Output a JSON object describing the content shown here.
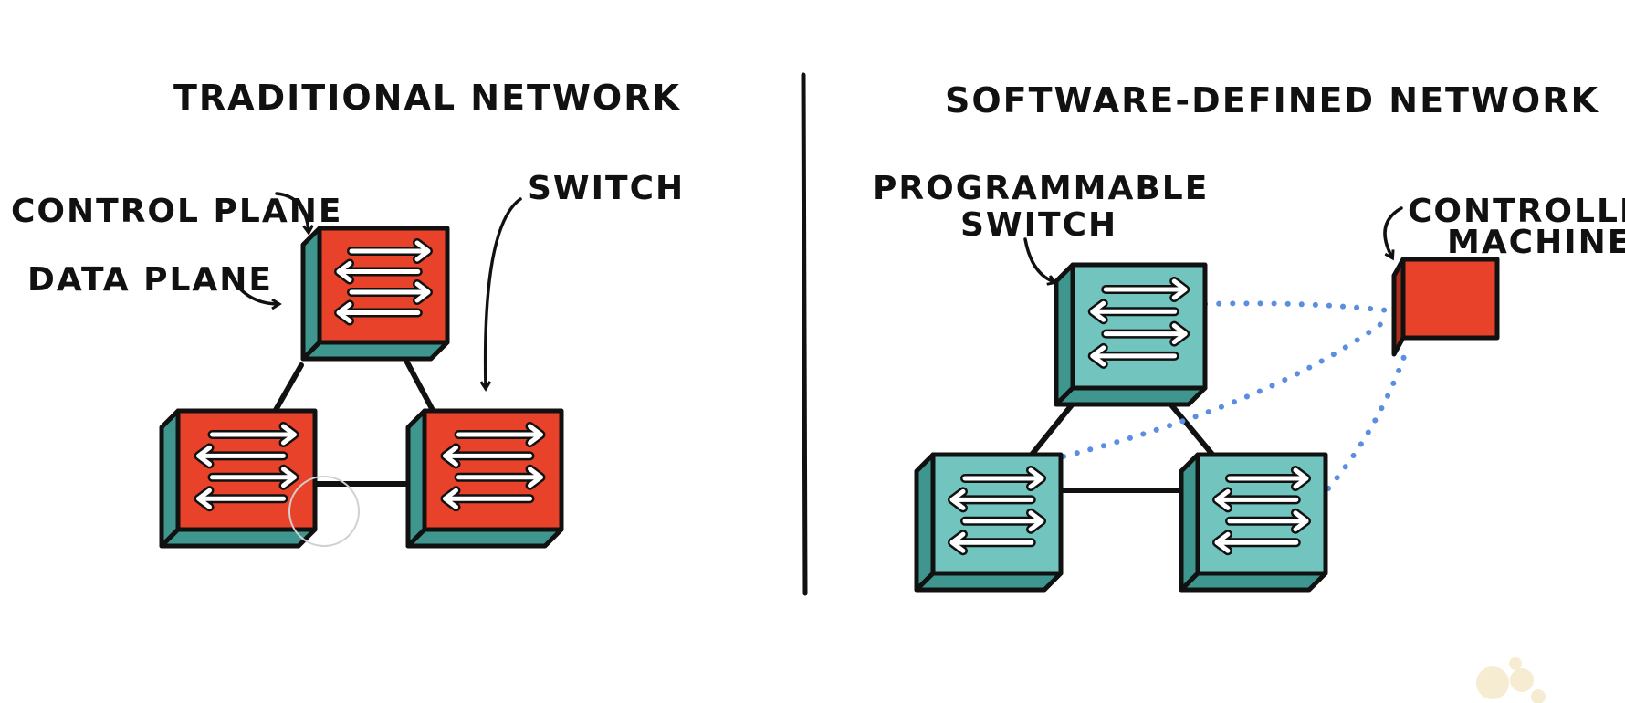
{
  "traditional": {
    "title": "TRADITIONAL NETWORK",
    "labels": {
      "control_plane": "CONTROL PLANE",
      "data_plane": "DATA PLANE",
      "switch": "SWITCH"
    }
  },
  "sdn": {
    "title": "SOFTWARE-DEFINED NETWORK",
    "labels": {
      "programmable_line1": "PROGRAMMABLE",
      "programmable_line2": "SWITCH",
      "controller_line1": "CONTROLLER",
      "controller_line2": "MACHINE"
    }
  },
  "colors": {
    "traditional_front": "#e8432a",
    "traditional_side": "#3e968f",
    "sdn_front": "#72c4be",
    "sdn_side": "#3e968f",
    "controller": "#e8432a",
    "controller_link": "#5b8de0",
    "outline": "#111111"
  },
  "icons": [
    "bidirectional-arrows-icon",
    "pointer-arrow-icon",
    "divider-line"
  ]
}
